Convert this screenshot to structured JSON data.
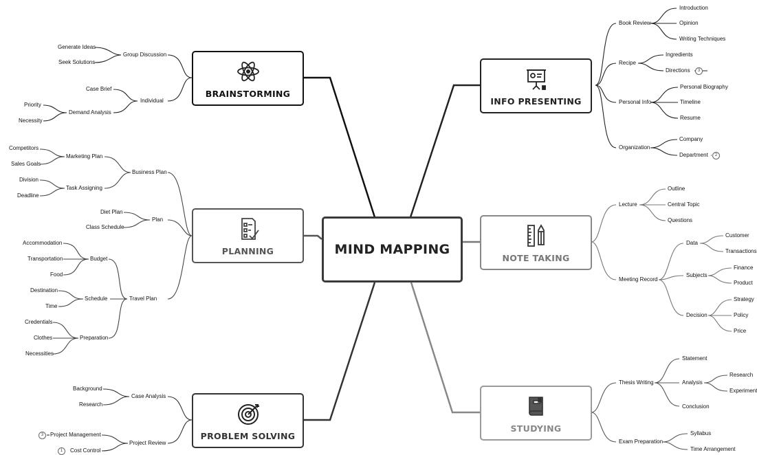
{
  "central": {
    "title": "MIND MAPPING"
  },
  "topics": {
    "brainstorming": {
      "title": "BRAINSTORMING",
      "icon": "atom-icon",
      "color": "#111111"
    },
    "planning": {
      "title": "PLANNING",
      "icon": "checklist-icon",
      "color": "#555555"
    },
    "problem_solving": {
      "title": "PROBLEM SOLVING",
      "icon": "target-icon",
      "color": "#333333"
    },
    "info_presenting": {
      "title": "INFO PRESENTING",
      "icon": "presentation-board-icon",
      "color": "#222222"
    },
    "note_taking": {
      "title": "NOTE TAKING",
      "icon": "ruler-pencil-icon",
      "color": "#777777"
    },
    "studying": {
      "title": "STUDYING",
      "icon": "book-icon",
      "color": "#888888"
    }
  },
  "labels": {
    "generate_ideas": "Generate Ideas",
    "seek_solutions": "Seek Solutions",
    "group_discussion": "Group Discussion",
    "case_brief": "Case Brief",
    "individual": "Individual",
    "priority": "Priority",
    "demand_analysis": "Demand Analysis",
    "necessity": "Necessity",
    "competitors": "Competitors",
    "marketing_plan": "Marketing Plan",
    "sales_goals": "Sales Goals",
    "business_plan": "Business Plan",
    "division": "Division",
    "task_assigning": "Task Assigning",
    "deadline": "Deadline",
    "diet_plan": "Diet Plan",
    "plan": "Plan",
    "class_schedule": "Class Schedule",
    "accommodation": "Accommodation",
    "transportation": "Transportation",
    "budget": "Budget",
    "food": "Food",
    "destination": "Destination",
    "schedule": "Schedule",
    "time": "Time",
    "travel_plan": "Travel Plan",
    "credentials": "Credentials",
    "clothes": "Clothes",
    "preparation": "Preparation",
    "necessities": "Necessities",
    "background": "Background",
    "research_left": "Research",
    "case_analysis": "Case Analysis",
    "project_management": "Project Management",
    "project_review": "Project Review",
    "cost_control": "Cost Control",
    "introduction": "Introduction",
    "book_review": "Book Review",
    "opinion": "Opinion",
    "writing_techniques": "Writing Techniques",
    "ingredients": "Ingredients",
    "recipe": "Recipe",
    "directions": "Directions",
    "personal_biography": "Personal Biography",
    "personal_info": "Personal Info",
    "timeline": "Timeline",
    "resume": "Resume",
    "company": "Company",
    "organization": "Organization",
    "department": "Department",
    "outline": "Outline",
    "lecture": "Lecture",
    "central_topic": "Central Topic",
    "questions": "Questions",
    "customer": "Customer",
    "data": "Data",
    "transactions": "Transactions",
    "finance": "Finance",
    "subjects": "Subjects",
    "product": "Product",
    "meeting_record": "Meeting Record",
    "strategy": "Strategy",
    "decision": "Decision",
    "policy": "Policy",
    "price": "Price",
    "statement": "Statement",
    "thesis_writing": "Thesis Writing",
    "research_right": "Research",
    "analysis": "Analysis",
    "experiment": "Experiment",
    "conclusion": "Conclusion",
    "syllabus": "Syllabus",
    "exam_preparation": "Exam Preparation",
    "time_arrangement": "Time Arrangement"
  },
  "badges": {
    "directions": "3",
    "department": "2",
    "project_management": "3",
    "cost_control": "1"
  }
}
